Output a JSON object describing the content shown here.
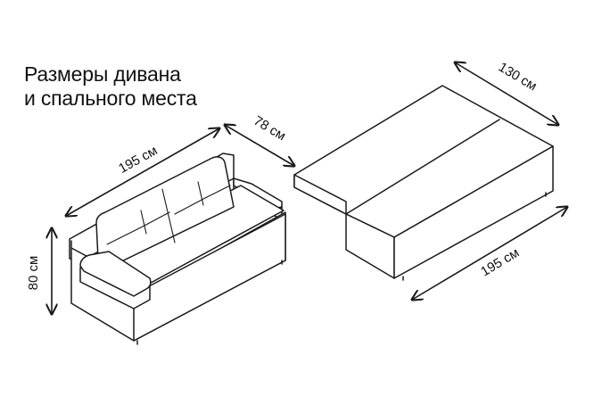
{
  "heading": {
    "line1": "Размеры дивана",
    "line2": "и спального места"
  },
  "dimensions": {
    "sofa_width": "195 см",
    "sofa_depth": "78 см",
    "sofa_height": "80 см",
    "bed_width": "130 см",
    "bed_length": "195 см"
  },
  "colors": {
    "line": "#1a1a1a",
    "text": "#111111",
    "background": "#ffffff"
  }
}
